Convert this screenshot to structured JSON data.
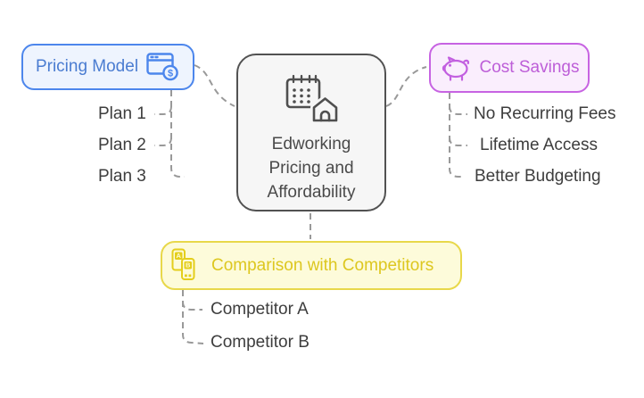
{
  "diagram": {
    "type": "mindmap",
    "background_color": "#ffffff",
    "connector_color": "#999999",
    "child_text_color": "#3d3d3d",
    "center": {
      "title": "Edworking Pricing and Affordability",
      "icon": "calendar-house-icon",
      "border_color": "#525252",
      "bg_color": "#f6f6f6",
      "text_color": "#4a4a4a"
    },
    "branches": [
      {
        "label": "Pricing Model",
        "icon": "browser-dollar-icon",
        "icon_text": "$",
        "accent_color": "#4c86ec",
        "bg_color": "#eef4fe",
        "text_color": "#4a7cd1",
        "children": [
          "Plan 1",
          "Plan 2",
          "Plan 3"
        ]
      },
      {
        "label": "Cost Savings",
        "icon": "piggy-bank-icon",
        "accent_color": "#c763e2",
        "bg_color": "#faeefd",
        "text_color": "#bd5ed8",
        "children": [
          "No Recurring Fees",
          "Lifetime Access",
          "Better Budgeting"
        ]
      },
      {
        "label": "Comparison with Competitors",
        "icon": "ab-comparison-icon",
        "icon_letters": [
          "A",
          "B"
        ],
        "accent_color": "#e8d84a",
        "bg_color": "#fdfbda",
        "text_color": "#ddc71f",
        "children": [
          "Competitor A",
          "Competitor B"
        ]
      }
    ]
  }
}
